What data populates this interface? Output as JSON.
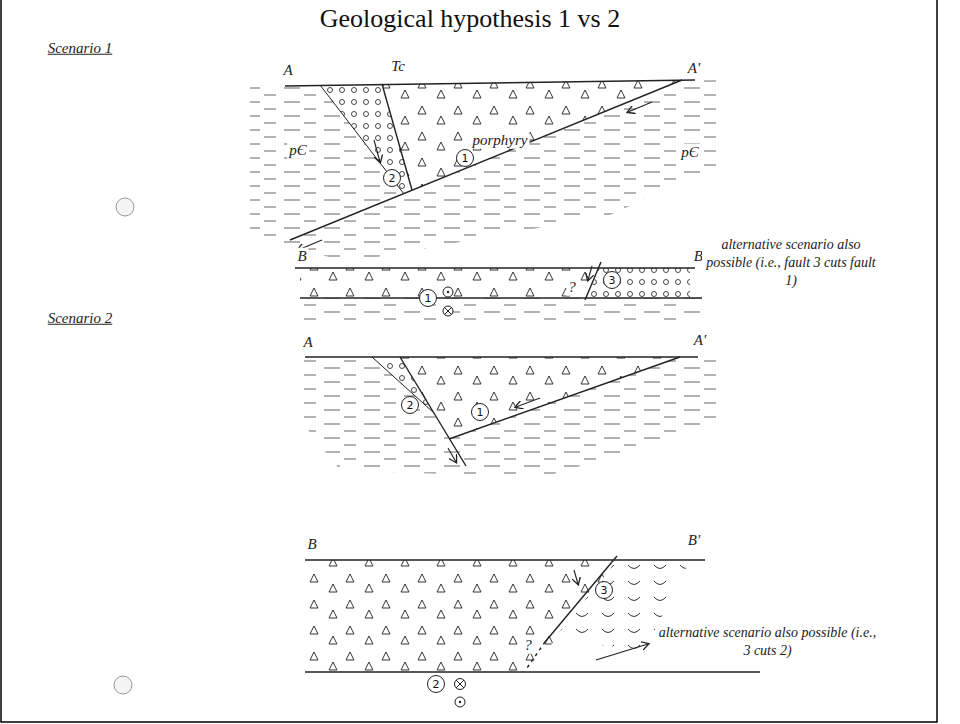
{
  "diagram": {
    "title": "Geological hypothesis 1 vs 2",
    "nodes": [
      {
        "text": [
          "1"
        ]
      },
      {
        "text": [
          "2"
        ]
      },
      {
        "text": [
          "3"
        ]
      },
      {
        "text": [
          "1"
        ]
      },
      {
        "text": [
          "2"
        ]
      },
      {
        "text": [
          "1"
        ]
      },
      {
        "text": [
          "3"
        ]
      },
      {
        "text": [
          "2"
        ]
      }
    ],
    "labels": [
      "Scenario 1",
      "A",
      "A'",
      "Tc",
      "pЄ",
      "porphyry",
      "pЄ",
      "B",
      "B'",
      "?",
      "alternative scenario also possible (i.e., fault 3 cuts fault 1)",
      "Scenario 2",
      "A",
      "A'",
      "B",
      "B'",
      "?",
      "alternative scenario also possible (i.e., 3 cuts 2)"
    ]
  }
}
